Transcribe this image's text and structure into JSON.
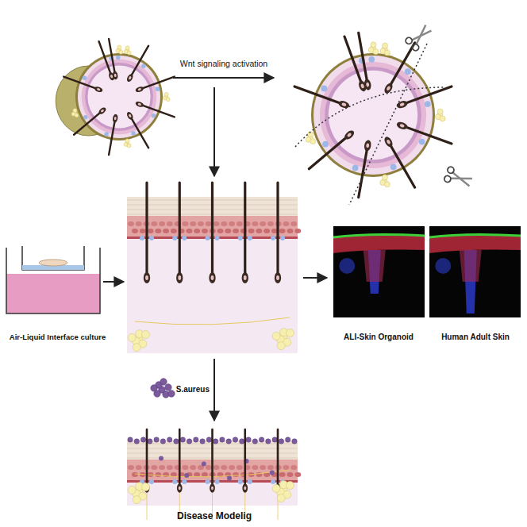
{
  "diagram": {
    "nodes": [
      {
        "text": [
          "Air-Liquid Interface culture"
        ]
      },
      {
        "text": [
          "ALI-Skin Organoid"
        ]
      },
      {
        "text": [
          "Human Adult Skin"
        ]
      },
      {
        "text": [
          "S.aureus"
        ]
      },
      {
        "text": [
          "Disease Modelig"
        ]
      }
    ],
    "labels": [
      "Wnt signaling activation"
    ]
  }
}
